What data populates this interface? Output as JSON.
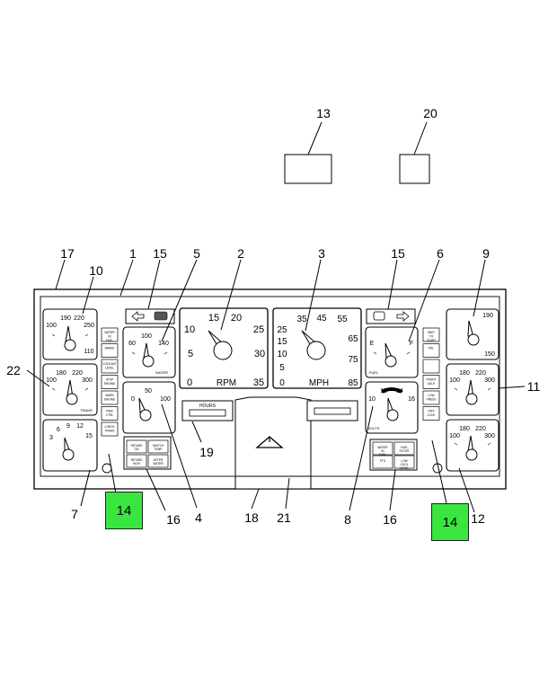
{
  "callouts": {
    "c1": "1",
    "c2": "2",
    "c3": "3",
    "c4": "4",
    "c5": "5",
    "c6": "6",
    "c7": "7",
    "c8": "8",
    "c9": "9",
    "c10": "10",
    "c11": "11",
    "c12": "12",
    "c13": "13",
    "c14a": "14",
    "c14b": "14",
    "c15a": "15",
    "c15b": "15",
    "c16a": "16",
    "c16b": "16",
    "c17": "17",
    "c18": "18",
    "c19": "19",
    "c20": "20",
    "c21": "21",
    "c22": "22"
  },
  "gauges": {
    "tach": {
      "ticks": [
        "0",
        "5",
        "10",
        "15",
        "20",
        "25",
        "30",
        "35"
      ],
      "unit": "RPM"
    },
    "speedo": {
      "ticks": [
        "0",
        "5",
        "10",
        "15",
        "25",
        "35",
        "45",
        "55",
        "65",
        "75",
        "85"
      ],
      "unit": "MPH"
    },
    "oil_temp": {
      "ticks": [
        "100",
        "190",
        "220",
        "250",
        "110"
      ]
    },
    "water": {
      "ticks": [
        "60",
        "100",
        "140"
      ],
      "label": "WATER"
    },
    "air_pressure": {
      "ticks": [
        "0",
        "50",
        "100"
      ]
    },
    "fuel": {
      "ticks": [
        "E",
        "F"
      ],
      "label": "FUEL"
    },
    "volts": {
      "ticks": [
        "10",
        "12",
        "14",
        "16"
      ],
      "label": "VOLTS"
    },
    "trans": {
      "ticks": [
        "100",
        "180",
        "220",
        "300"
      ],
      "label": "TRANS"
    },
    "boost": {
      "ticks": [
        "3",
        "6",
        "9",
        "12",
        "15"
      ]
    },
    "front_axle": {
      "ticks": [
        "100",
        "180",
        "220",
        "300"
      ]
    },
    "rear_axle": {
      "ticks": [
        "100",
        "180",
        "220",
        "300"
      ]
    },
    "pyro": {
      "ticks": [
        "190",
        "150"
      ]
    }
  },
  "hours_label": "HOURS",
  "left_warnings": [
    "WATER IN FUEL",
    "BRAKE",
    "COOLANT LEVEL",
    "STOP ENGINE",
    "WARN ENGINE",
    "TRAC CTRL",
    "CHECK TRANS"
  ],
  "right_warnings": [
    "WAIT TO START",
    "PDL",
    "",
    "FRONT AXLE",
    "LOW PRESS",
    "DIFF LOCK"
  ],
  "left_switches": [
    "RETARD ON",
    "SWITCH TEMP",
    "RETARD HIGH",
    "AFTER WATER"
  ],
  "right_switches": [
    "WATER IN FUEL",
    "FUEL FILTER",
    "PTO",
    "LOW COOL LEVEL"
  ]
}
